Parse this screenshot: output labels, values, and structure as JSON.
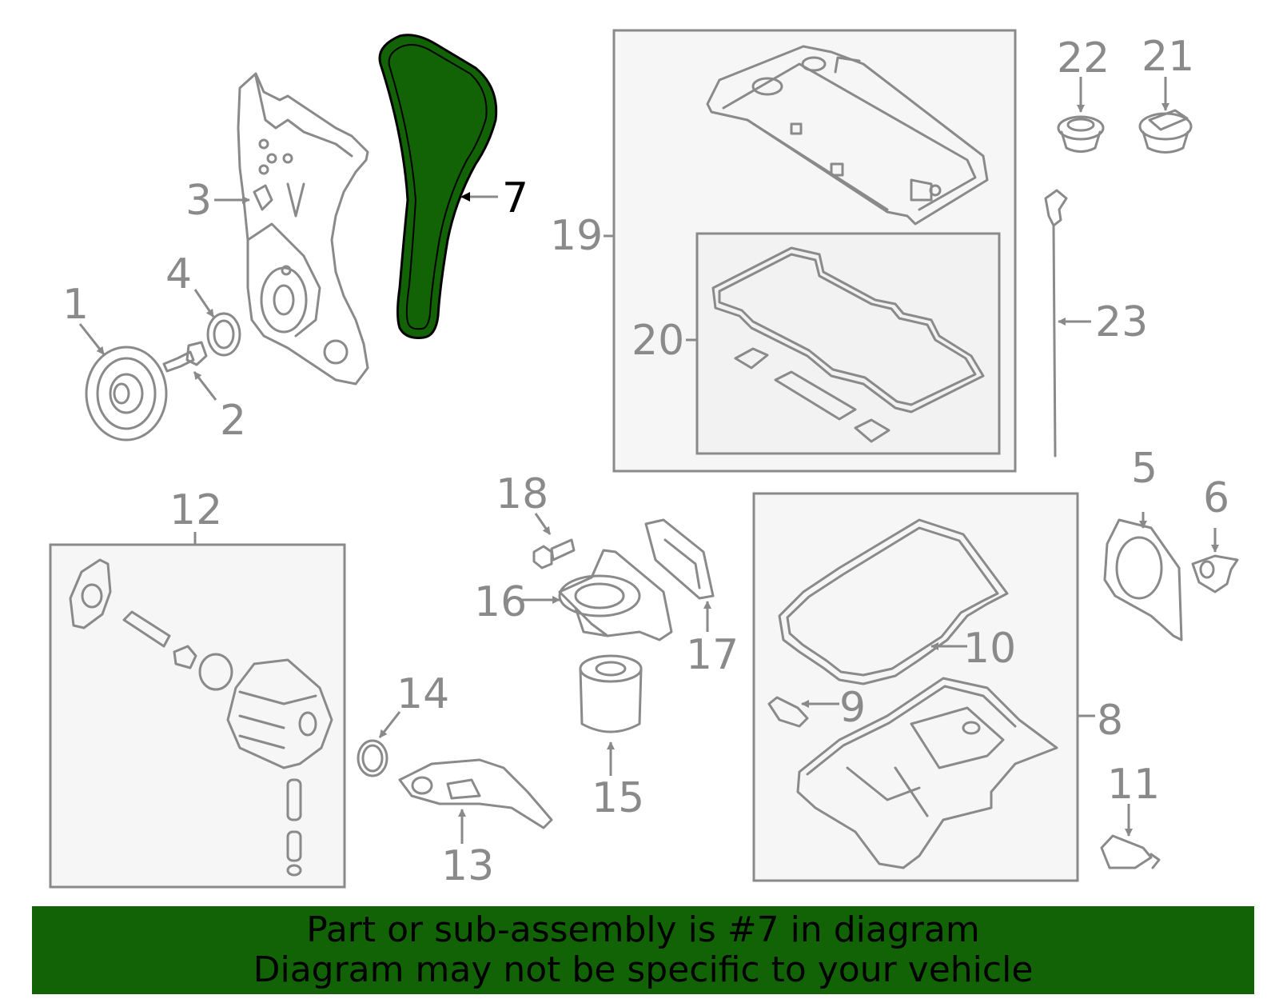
{
  "colors": {
    "highlight": "#116306",
    "line": "#8a8a8a",
    "banner": "#116306"
  },
  "callouts": {
    "c1": "1",
    "c2": "2",
    "c3": "3",
    "c4": "4",
    "c5": "5",
    "c6": "6",
    "c7": "7",
    "c8": "8",
    "c9": "9",
    "c10": "10",
    "c11": "11",
    "c12": "12",
    "c13": "13",
    "c14": "14",
    "c15": "15",
    "c16": "16",
    "c17": "17",
    "c18": "18",
    "c19": "19",
    "c20": "20",
    "c21": "21",
    "c22": "22",
    "c23": "23"
  },
  "banner": {
    "line1": "Part or sub-assembly is #7 in diagram",
    "line2": "Diagram may not be specific to your vehicle"
  }
}
